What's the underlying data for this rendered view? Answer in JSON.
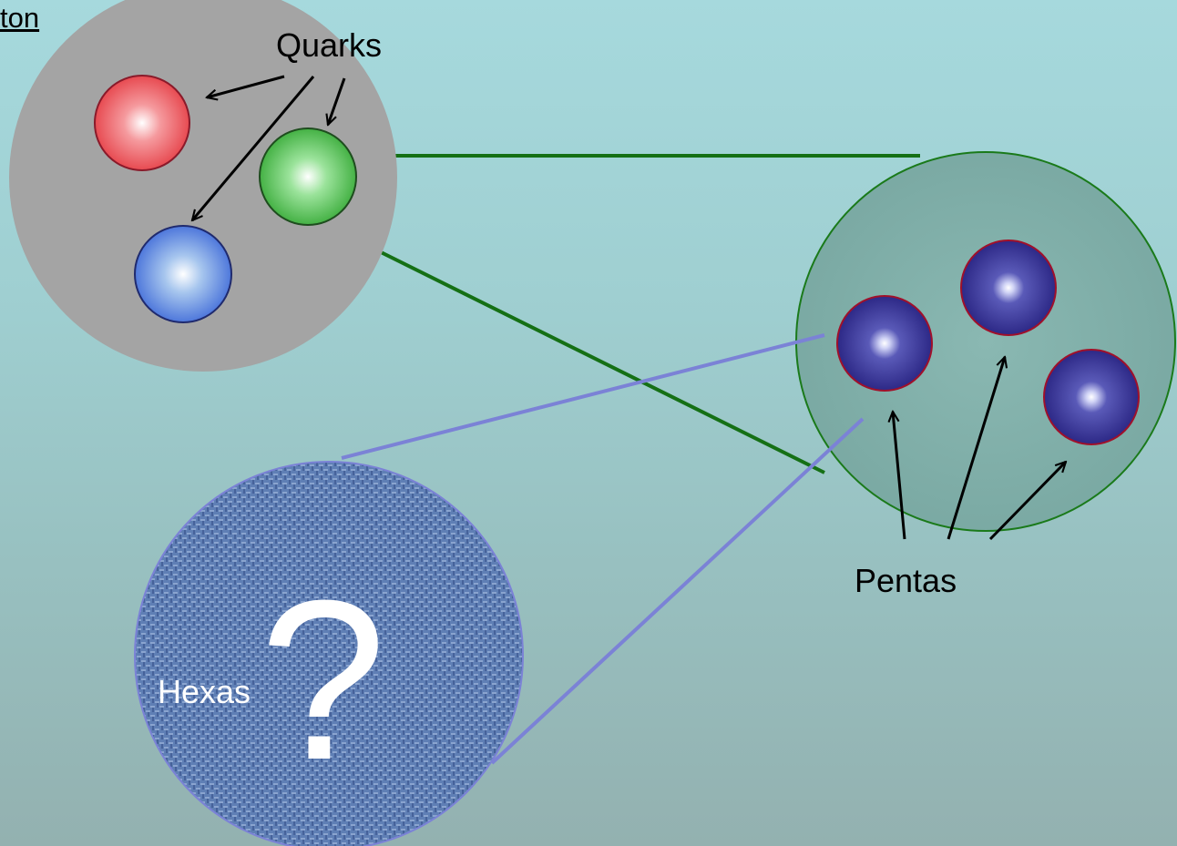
{
  "title_fragment": "ton",
  "labels": {
    "quarks": "Quarks",
    "pentas": "Pentas",
    "hexas": "Hexas",
    "question": "?"
  },
  "colors": {
    "proton_fill": "#a4a4a4",
    "quark_red": "#ee4b50",
    "quark_green": "#3fb43f",
    "quark_blue": "#4f7ee0",
    "green_line": "#157015",
    "purple_line": "#7b82d6",
    "penta_outline": "#a0102a",
    "penta_fill": "#2f2a8f",
    "hexa_fill": "#5c78b0"
  }
}
